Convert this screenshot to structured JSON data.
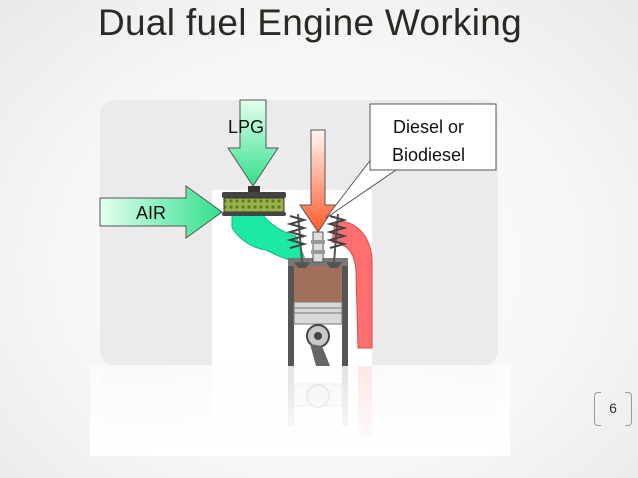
{
  "slide": {
    "title": "Dual fuel Engine Working",
    "page_number": "6"
  },
  "diagram": {
    "labels": {
      "lpg": "LPG",
      "air": "AIR",
      "diesel_line1": "Diesel or",
      "diesel_line2": "Biodiesel"
    }
  },
  "colors": {
    "intake": "#1de9a6",
    "intake_dark": "#12b77f",
    "exhaust": "#ff6f6f",
    "arrow_green_top": "#dfffe9",
    "arrow_green_bottom": "#2fe08a",
    "arrow_red_top": "#fff3ef",
    "arrow_red_bottom": "#ff5a2a",
    "piston": "#a07058",
    "filter": "#7a9a3a",
    "panel": "#ebebeb"
  }
}
